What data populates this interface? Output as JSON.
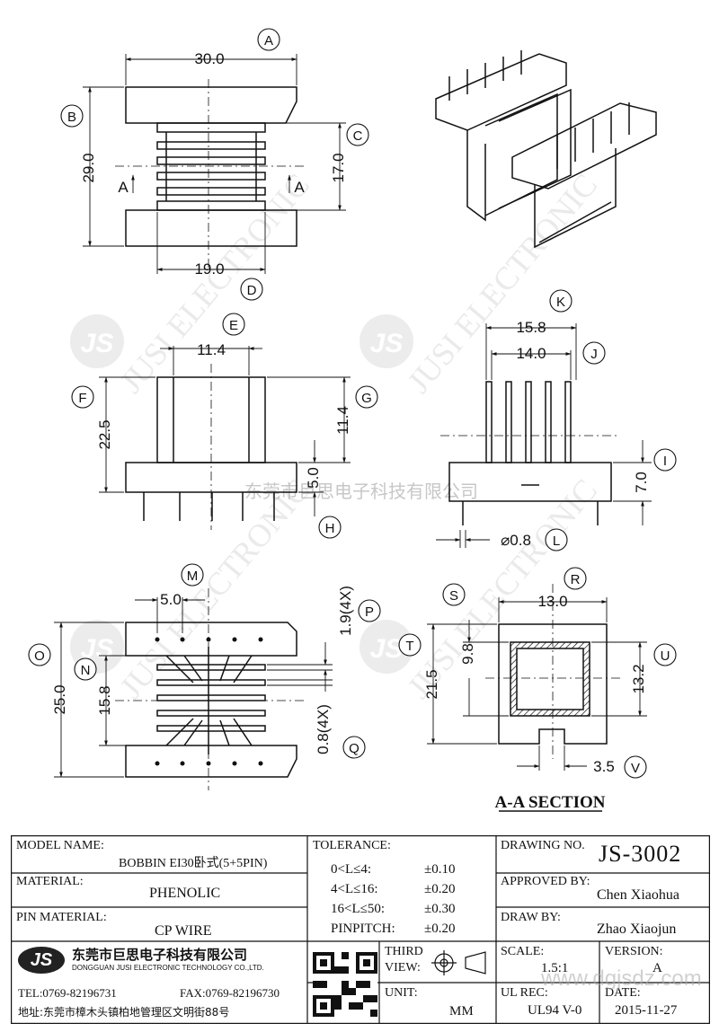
{
  "dimensions": {
    "A": {
      "value": "30.0"
    },
    "B": {
      "value": "29.0"
    },
    "C": {
      "value": "17.0"
    },
    "D": {
      "value": "19.0"
    },
    "E": {
      "value": "11.4"
    },
    "F": {
      "value": "22.5"
    },
    "G": {
      "value": "11.4"
    },
    "H": {
      "value": "5.0"
    },
    "I": {
      "value": "7.0"
    },
    "J": {
      "value": "14.0"
    },
    "K": {
      "value": "15.8"
    },
    "L": {
      "value": "⌀0.8"
    },
    "M": {
      "value": "5.0"
    },
    "N": {
      "value": "15.8"
    },
    "O": {
      "value": "25.0"
    },
    "P": {
      "value": "1.9(4X)"
    },
    "Q": {
      "value": "0.8(4X)"
    },
    "R": {
      "value": "13.0"
    },
    "S": {
      "value": "9.8"
    },
    "T": {
      "value": "21.5"
    },
    "U": {
      "value": "13.2"
    },
    "V": {
      "value": "3.5"
    }
  },
  "section_marker": "A",
  "section_title": "A-A SECTION",
  "watermark": {
    "company_cn": "东莞市巨思电子科技有限公司",
    "brand_en": "JUSI ELECTRONIC",
    "logo": "JS"
  },
  "title_block": {
    "model_name_label": "MODEL NAME:",
    "model_name": "BOBBIN EI30卧式(5+5PIN)",
    "material_label": "MATERIAL:",
    "material": "PHENOLIC",
    "pin_material_label": "PIN MATERIAL:",
    "pin_material": "CP WIRE",
    "tolerance_label": "TOLERANCE:",
    "tolerances": [
      {
        "range": "0<L≤4:",
        "value": "±0.10"
      },
      {
        "range": "4<L≤16:",
        "value": "±0.20"
      },
      {
        "range": "16<L≤50:",
        "value": "±0.30"
      },
      {
        "range": "PINPITCH:",
        "value": "±0.20"
      }
    ],
    "drawing_no_label": "DRAWING NO.",
    "drawing_no": "JS-3002",
    "approved_by_label": "APPROVED BY:",
    "approved_by": "Chen Xiaohua",
    "draw_by_label": "DRAW BY:",
    "draw_by": "Zhao Xiaojun",
    "company_logo": "JS",
    "company_cn": "东莞市巨思电子科技有限公司",
    "company_en": "DONGGUAN JUSI ELECTRONIC TECHNOLOGY CO.,LTD.",
    "tel": "TEL:0769-82196731",
    "fax": "FAX:0769-82196730",
    "address": "地址:东莞市樟木头镇柏地管理区文明街88号",
    "projection_label_1": "THIRD",
    "projection_label_2": "VIEW:",
    "unit_label": "UNIT:",
    "unit": "MM",
    "scale_label": "SCALE:",
    "scale": "1.5:1",
    "version_label": "VERSION:",
    "version": "A",
    "ul_rec_label": "UL REC:",
    "ul_rec": "UL94 V-0",
    "date_label": "DATE:",
    "date": "2015-11-27",
    "website": "www.dgjsdz.com"
  }
}
